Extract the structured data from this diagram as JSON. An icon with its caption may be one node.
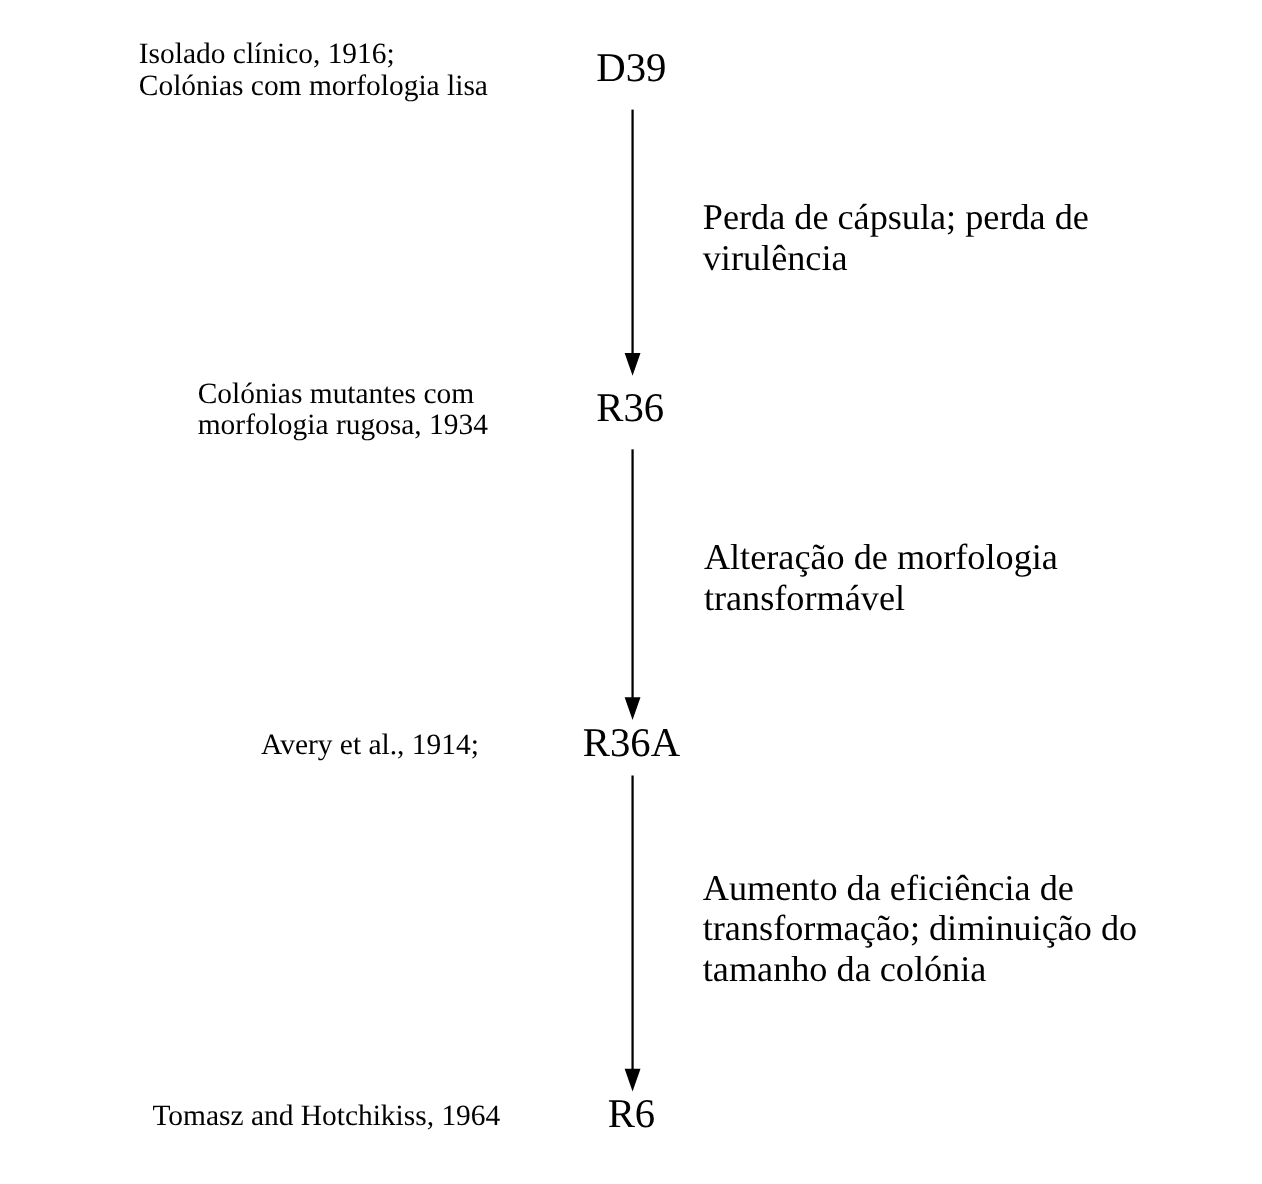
{
  "diagram": {
    "nodes": [
      {
        "text": [
          "D39"
        ],
        "beside": [
          "Isolado clínico, 1916; Colónias com morfologia lisa"
        ]
      },
      {
        "text": [
          "R36"
        ],
        "beside": [
          "Colónias mutantes com morfologia rugosa, 1934"
        ]
      },
      {
        "text": [
          "R36A"
        ],
        "beside": [
          "Avery et al., 1914;"
        ]
      },
      {
        "text": [
          "R6"
        ],
        "beside": [
          "Tomasz and Hotchikiss, 1964"
        ]
      }
    ],
    "edges": [
      {
        "from": 0,
        "to": 1,
        "arrow": "to",
        "label": "Perda de cápsula; perda de virulência"
      },
      {
        "from": 1,
        "to": 2,
        "arrow": "to",
        "label": "Alteração de morfologia transformável"
      },
      {
        "from": 2,
        "to": 3,
        "arrow": "to",
        "label": "Aumento da eficiência de transformação; diminuição do tamanho da colónia"
      }
    ]
  }
}
